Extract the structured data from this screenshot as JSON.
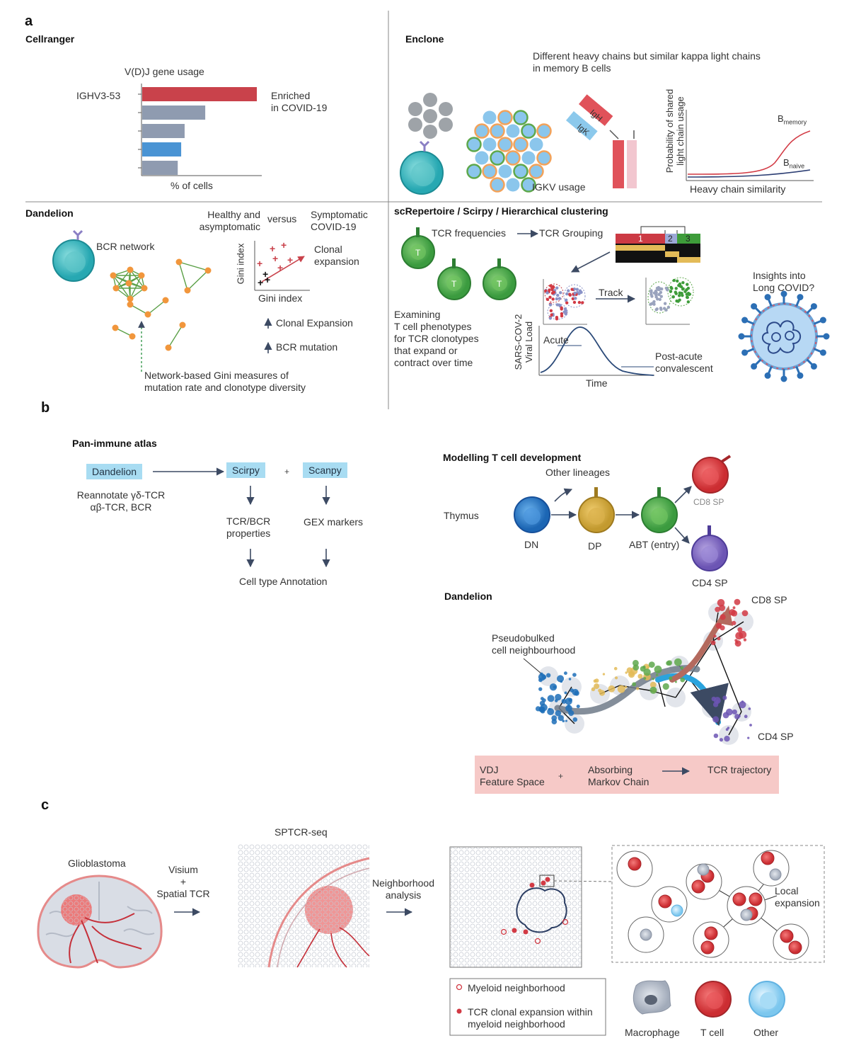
{
  "panel_a": {
    "letter": "a",
    "cellranger": {
      "heading": "Cellranger",
      "chart_title": "V(D)J gene usage",
      "bar_label": "IGHV3-53",
      "annotation": "Enriched\nin COVID-19",
      "xlabel": "% of cells",
      "bars": [
        {
          "value": 100,
          "color": "#c9424b"
        },
        {
          "value": 55,
          "color": "#8f9bb0"
        },
        {
          "value": 37,
          "color": "#8f9bb0"
        },
        {
          "value": 34,
          "color": "#4a94d4"
        },
        {
          "value": 31,
          "color": "#8f9bb0"
        }
      ]
    },
    "enclone": {
      "heading": "Enclone",
      "note": "Different heavy chains but similar kappa light chains\nin memory B cells",
      "igh": "IgH",
      "igk": "IgK",
      "igkv": "IGKV usage",
      "ylabel": "Probability of shared\nlight chain usage",
      "xlabel": "Heavy chain similarity",
      "b_memory": "B",
      "b_memory_sub": "memory",
      "b_naive": "B",
      "b_naive_sub": "naive"
    },
    "dandelion": {
      "heading": "Dandelion",
      "bcr_network": "BCR network",
      "healthy": "Healthy and\nasymptomatic",
      "versus": "versus",
      "symptomatic": "Symptomatic\nCOVID-19",
      "gini_y": "Gini index",
      "gini_x": "Gini index",
      "clonal": "Clonal\nexpansion",
      "up1": "Clonal Expansion",
      "up2": "BCR mutation",
      "footnote": "Network-based Gini measures of\nmutation rate and clonotype diversity"
    },
    "screp": {
      "heading": "scRepertoire / Scirpy / Hierarchical clustering",
      "tcr_freq": "TCR frequencies",
      "tcr_group": "TCR Grouping",
      "cluster_labels": [
        "1",
        "2",
        "3"
      ],
      "t": "T",
      "track": "Track",
      "examining": "Examining\nT cell phenotypes\nfor TCR clonotypes\nthat expand or\ncontract over time",
      "acute": "Acute",
      "ylabel": "SARS-COV-2\nViral Load",
      "post": "Post-acute\nconvalescent",
      "time": "Time",
      "insights": "Insights into\nLong COVID?"
    }
  },
  "panel_b": {
    "letter": "b",
    "pan": {
      "heading": "Pan-immune atlas",
      "dandelion": "Dandelion",
      "scirpy": "Scirpy",
      "plus": "+",
      "scanpy": "Scanpy",
      "reannotate": "Reannotate γδ-TCR\nαβ-TCR, BCR",
      "tcr_bcr": "TCR/BCR\nproperties",
      "gex": "GEX markers",
      "cta": "Cell type Annotation"
    },
    "modelling": {
      "heading": "Modelling T cell development",
      "other": "Other lineages",
      "thymus": "Thymus",
      "dn": "DN",
      "dp": "DP",
      "abt": "ABT (entry)",
      "cd8": "CD8 SP",
      "cd4": "CD4 SP"
    },
    "dandelion2": {
      "heading": "Dandelion",
      "pseudo": "Pseudobulked\ncell neighbourhood",
      "cd8": "CD8 SP",
      "cd4": "CD4 SP",
      "vdj": "VDJ\nFeature Space",
      "plus": "+",
      "absorbing": "Absorbing\nMarkov Chain",
      "traj": "TCR trajectory"
    }
  },
  "panel_c": {
    "letter": "c",
    "glio": "Glioblastoma",
    "visium": "Visium\n+\nSpatial TCR",
    "sptcr": "SPTCR-seq",
    "neigh": "Neighborhood\nanalysis",
    "local": "Local\nexpansion",
    "legend1": "Myeloid neighborhood",
    "legend2": "TCR clonal expansion within\nmyeloid neighborhood",
    "mac": "Macrophage",
    "tcell": "T cell",
    "other": "Other"
  }
}
